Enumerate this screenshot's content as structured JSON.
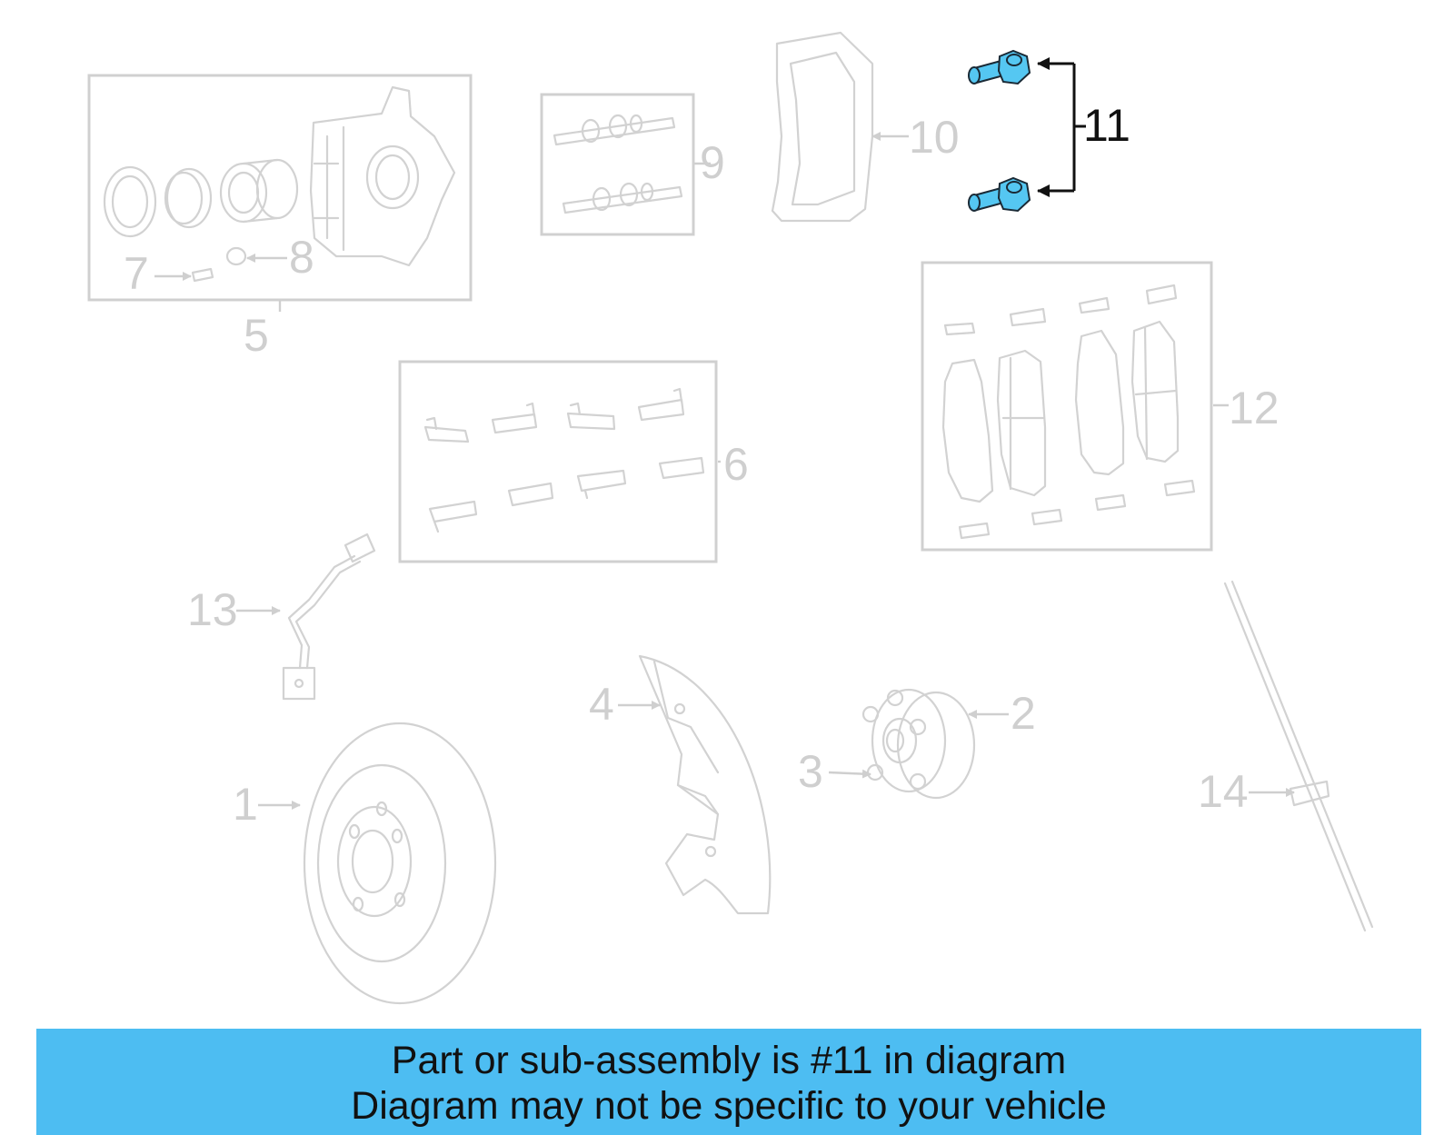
{
  "diagram": {
    "callouts": {
      "c1": "1",
      "c2": "2",
      "c3": "3",
      "c4": "4",
      "c5": "5",
      "c6": "6",
      "c7": "7",
      "c8": "8",
      "c9": "9",
      "c10": "10",
      "c11": "11",
      "c12": "12",
      "c13": "13",
      "c14": "14"
    },
    "highlighted_part": "11",
    "colors": {
      "outline": "#d2d2d2",
      "highlight_text": "#111111",
      "bolt_fill": "#55c7f2",
      "banner_bg": "#4dbdf2"
    }
  },
  "banner": {
    "line1": "Part or sub-assembly is #11 in diagram",
    "line2": "Diagram may not be specific to your vehicle"
  }
}
